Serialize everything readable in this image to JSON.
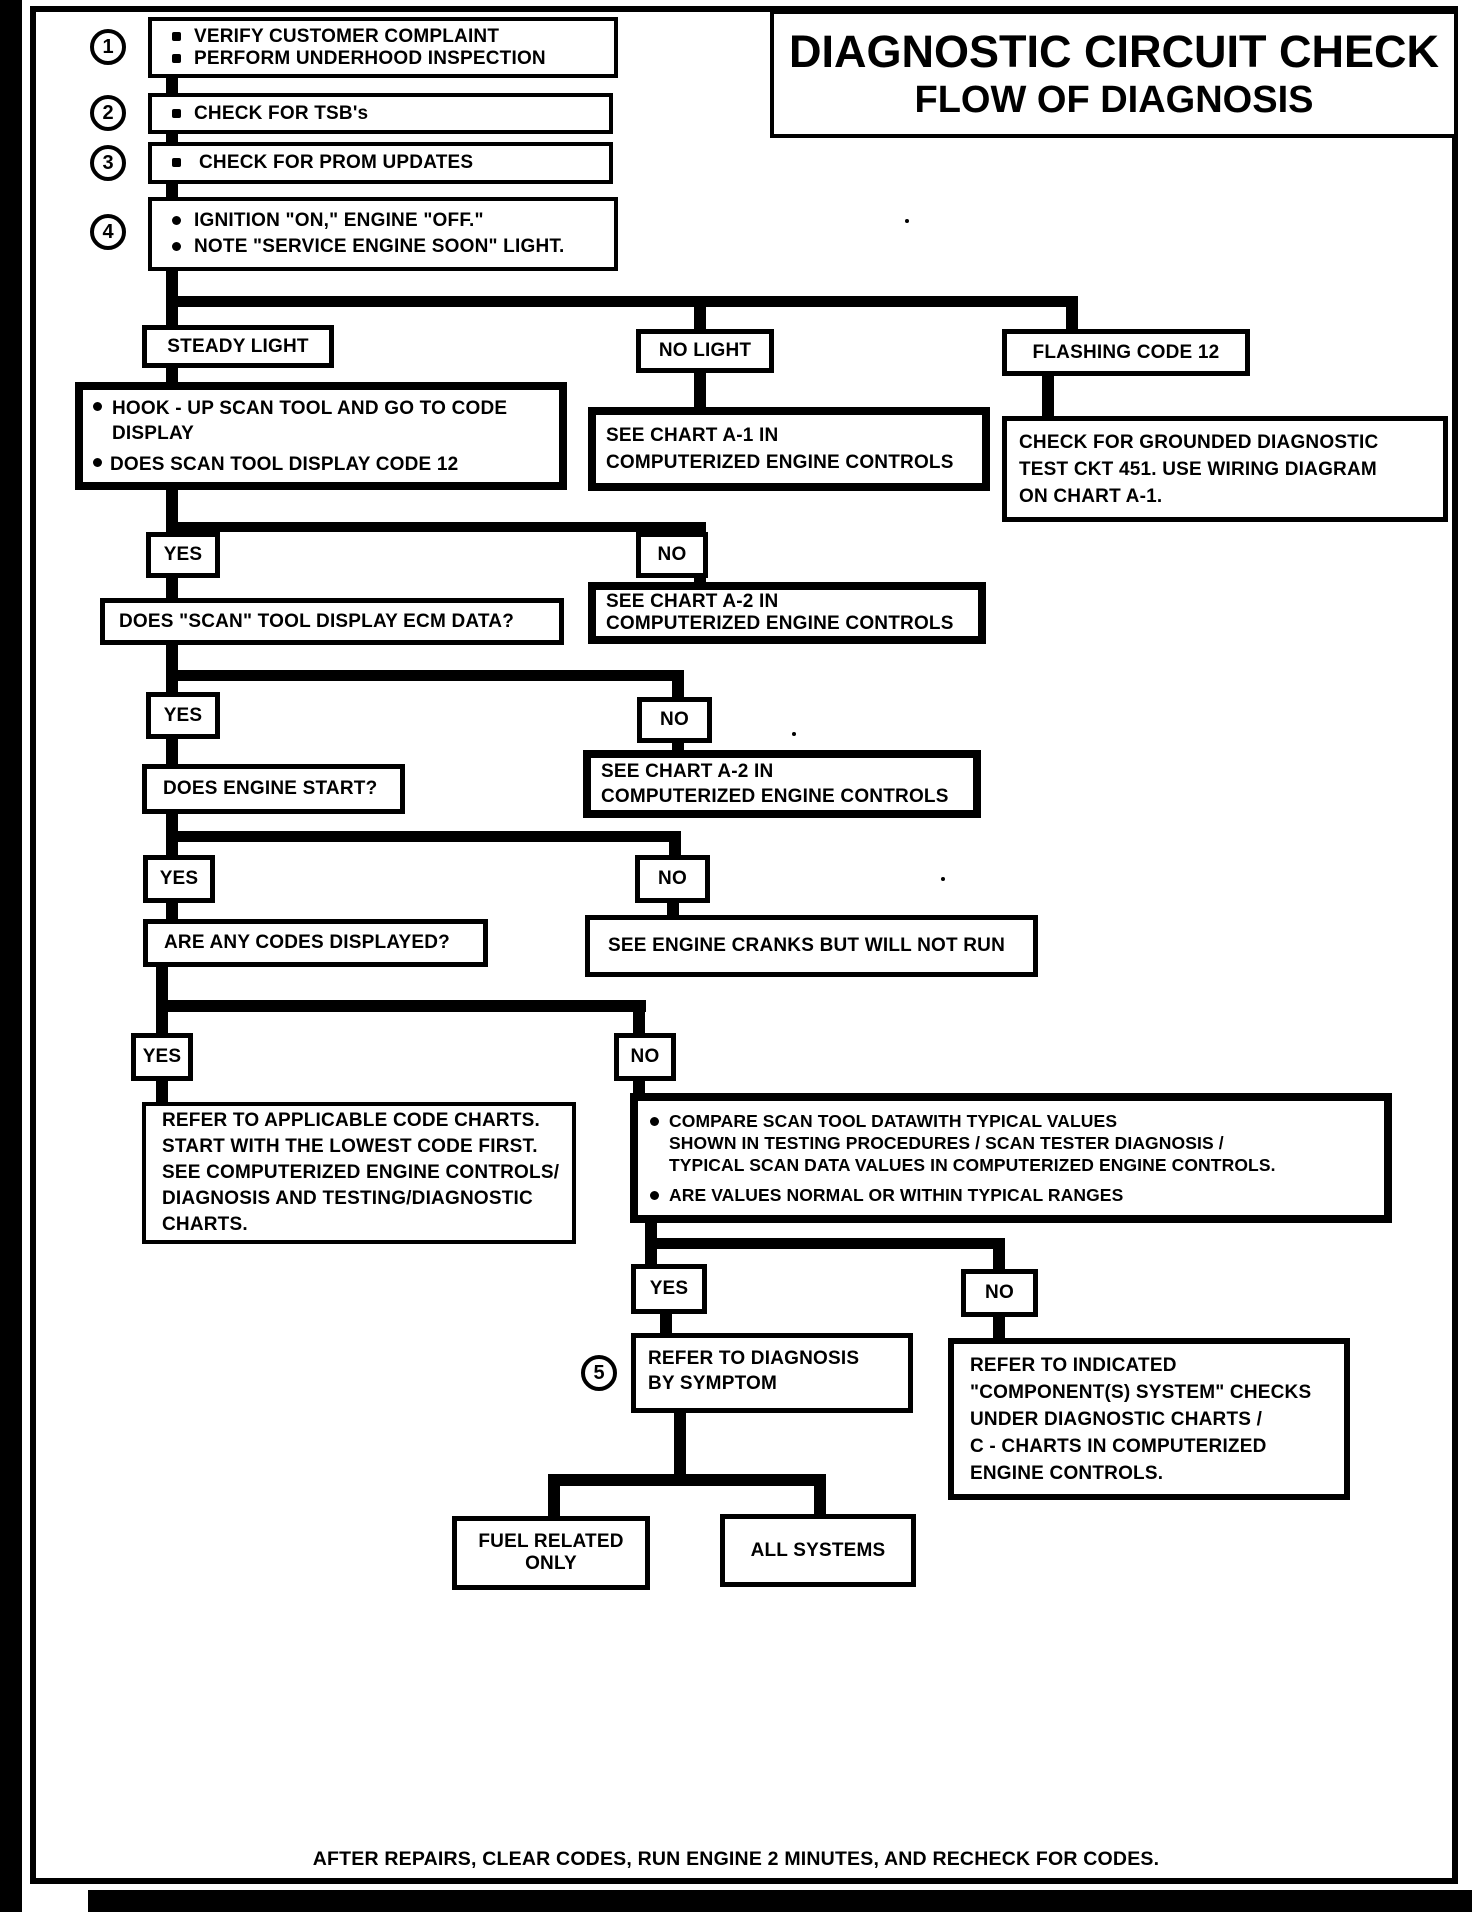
{
  "page": {
    "title_line1": "DIAGNOSTIC CIRCUIT CHECK",
    "title_line2": "FLOW OF DIAGNOSIS",
    "footer": "AFTER REPAIRS, CLEAR CODES, RUN ENGINE 2 MINUTES, AND RECHECK FOR CODES."
  },
  "labels": {
    "yes": "YES",
    "no": "NO"
  },
  "steps": [
    {
      "num": "1",
      "bullets": [
        "VERIFY CUSTOMER COMPLAINT",
        "PERFORM UNDERHOOD INSPECTION"
      ]
    },
    {
      "num": "2",
      "bullets": [
        "CHECK FOR TSB's"
      ]
    },
    {
      "num": "3",
      "bullets": [
        "CHECK FOR PROM UPDATES"
      ]
    },
    {
      "num": "4",
      "bullets": [
        "IGNITION \"ON,\" ENGINE  \"OFF.\"",
        "NOTE \"SERVICE ENGINE SOON\" LIGHT."
      ]
    }
  ],
  "branches": {
    "steady": "STEADY LIGHT",
    "no_light": "NO LIGHT",
    "flashing": "FLASHING CODE 12"
  },
  "nodes": {
    "hookup": {
      "bullet1_line1": "HOOK - UP SCAN TOOL AND GO TO CODE",
      "bullet1_line2": "DISPLAY",
      "bullet2": "DOES SCAN TOOL DISPLAY CODE 12"
    },
    "chart_a1": {
      "line1": "SEE CHART A-1 IN",
      "line2": "COMPUTERIZED ENGINE CONTROLS"
    },
    "grounded": {
      "line1": "CHECK FOR GROUNDED DIAGNOSTIC",
      "line2": "TEST CKT 451.  USE WIRING DIAGRAM",
      "line3": "ON CHART A-1."
    },
    "ecm_question": "DOES \"SCAN\" TOOL DISPLAY ECM DATA?",
    "chart_a2": {
      "line1": "SEE CHART A-2 IN",
      "line2": "COMPUTERIZED ENGINE CONTROLS"
    },
    "engine_start": "DOES ENGINE START?",
    "codes_displayed": "ARE ANY CODES DISPLAYED?",
    "engine_cranks": "SEE ENGINE CRANKS BUT WILL NOT RUN",
    "code_charts": {
      "line1": "REFER TO APPLICABLE CODE CHARTS.",
      "line2": "START WITH THE LOWEST CODE FIRST.",
      "line3": "SEE COMPUTERIZED ENGINE CONTROLS/",
      "line4": "DIAGNOSIS AND TESTING/DIAGNOSTIC",
      "line5": "CHARTS."
    },
    "compare": {
      "bullet1_line1": "COMPARE SCAN TOOL DATAWITH TYPICAL VALUES",
      "bullet1_line2": "SHOWN IN TESTING PROCEDURES / SCAN TESTER DIAGNOSIS /",
      "bullet1_line3": "TYPICAL SCAN DATA VALUES IN COMPUTERIZED ENGINE CONTROLS.",
      "bullet2": "ARE VALUES NORMAL OR WITHIN TYPICAL RANGES"
    },
    "symptom": {
      "num": "5",
      "line1": "REFER TO DIAGNOSIS",
      "line2": "BY SYMPTOM"
    },
    "component": {
      "line1": "REFER TO INDICATED",
      "line2": "\"COMPONENT(S) SYSTEM\" CHECKS",
      "line3": "UNDER DIAGNOSTIC CHARTS /",
      "line4": "C - CHARTS IN COMPUTERIZED",
      "line5": "ENGINE CONTROLS."
    },
    "fuel": {
      "line1": "FUEL RELATED",
      "line2": "ONLY"
    },
    "all_systems": "ALL SYSTEMS"
  }
}
